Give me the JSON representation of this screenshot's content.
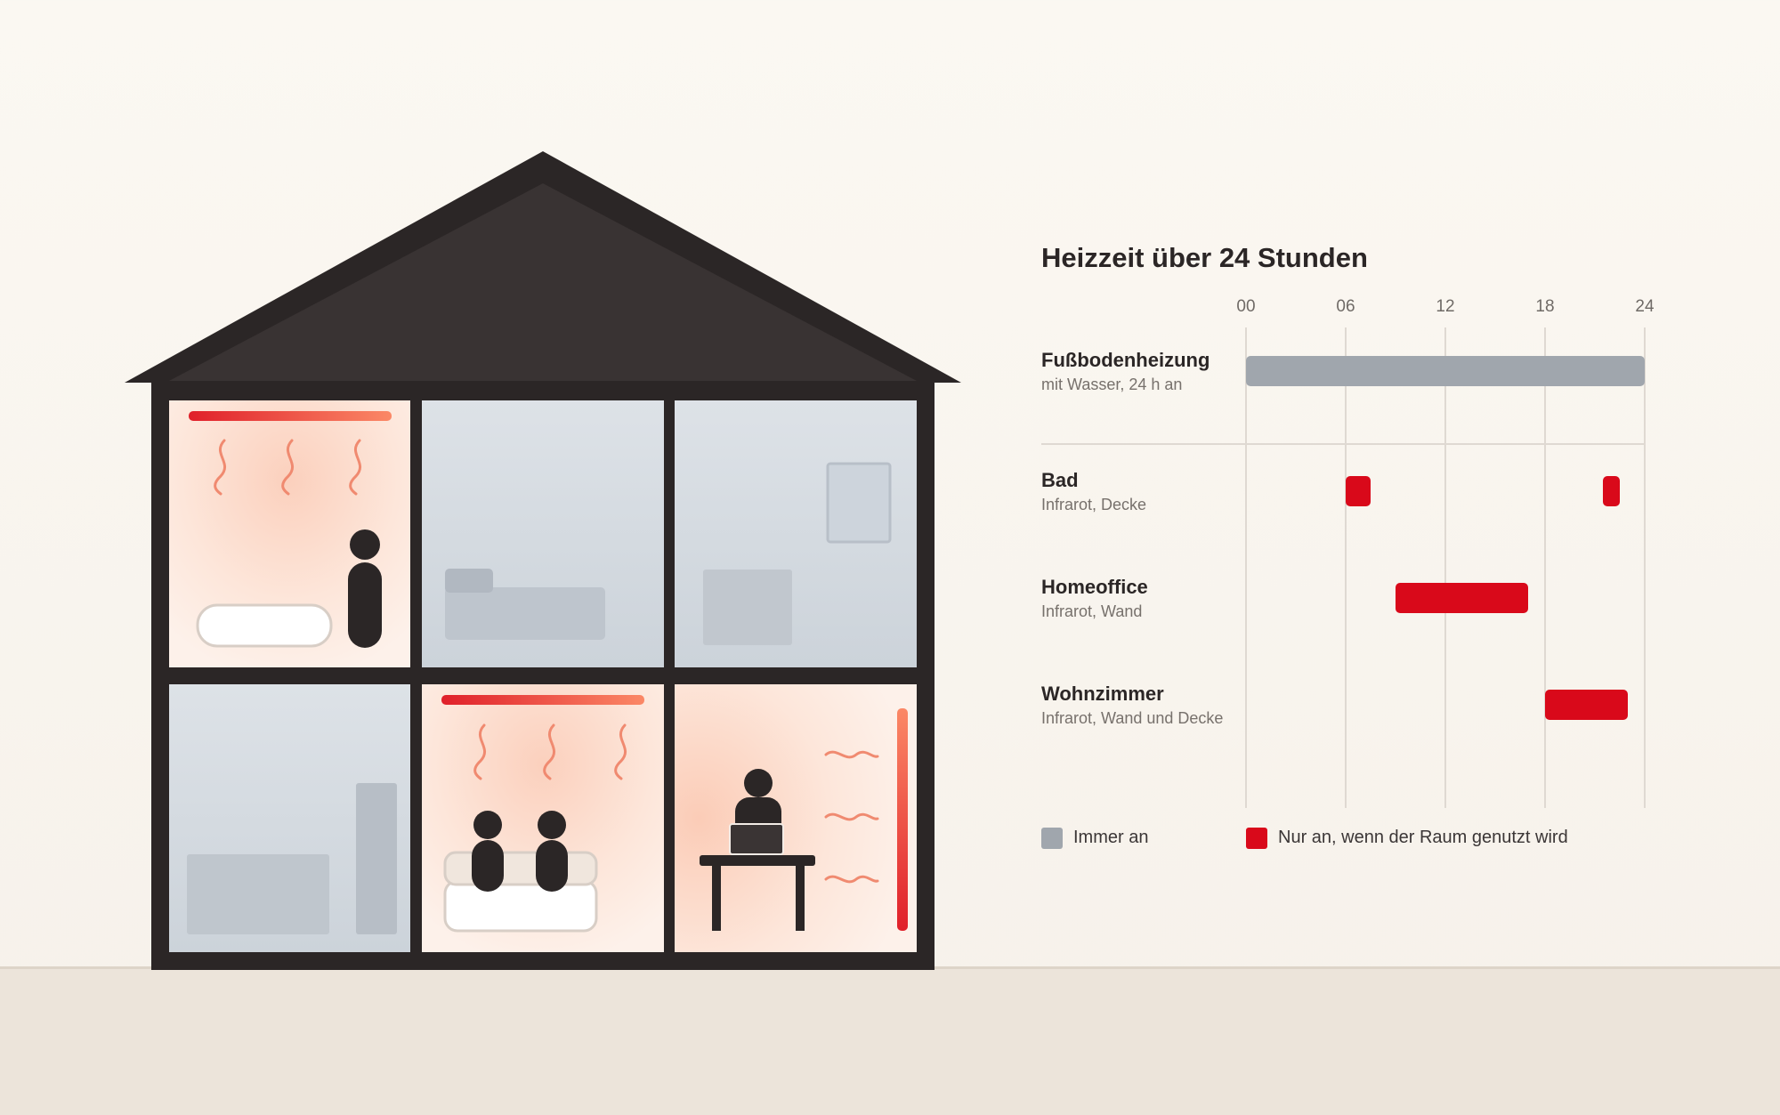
{
  "title": "Heizzeit über 24 Stunden",
  "axis": {
    "ticks": [
      "00",
      "06",
      "12",
      "18",
      "24"
    ],
    "range": [
      0,
      24
    ]
  },
  "colors": {
    "always_on": "#a0a6ad",
    "on_demand": "#d9091a",
    "house_dark": "#2b2626"
  },
  "chart_data": {
    "type": "gantt",
    "title": "Heizzeit über 24 Stunden",
    "xlim": [
      0,
      24
    ],
    "x_ticks": [
      "00",
      "06",
      "12",
      "18",
      "24"
    ],
    "rows": [
      {
        "name": "Fußbodenheizung",
        "subtitle": "mit Wasser, 24 h an",
        "category": "always",
        "intervals": [
          [
            0,
            24
          ]
        ]
      },
      {
        "name": "Bad",
        "subtitle": "Infrarot, Decke",
        "category": "on_demand",
        "intervals": [
          [
            6,
            7.5
          ],
          [
            21.5,
            22.5
          ]
        ]
      },
      {
        "name": "Homeoffice",
        "subtitle": "Infrarot, Wand",
        "category": "on_demand",
        "intervals": [
          [
            9,
            17
          ]
        ]
      },
      {
        "name": "Wohnzimmer",
        "subtitle": "Infrarot, Wand und Decke",
        "category": "on_demand",
        "intervals": [
          [
            18,
            23
          ]
        ]
      }
    ],
    "legend": [
      {
        "key": "always",
        "label": "Immer an",
        "color": "#a0a6ad"
      },
      {
        "key": "on_demand",
        "label": "Nur an, wenn der Raum genutzt wird",
        "color": "#d9091a"
      }
    ],
    "legend_position": "bottom",
    "grid": true
  },
  "rooms": [
    {
      "name": "bad",
      "state": "heated",
      "heater": "ceiling"
    },
    {
      "name": "schlafzimmer",
      "state": "unheated"
    },
    {
      "name": "buero-oben",
      "state": "unheated"
    },
    {
      "name": "abstellraum",
      "state": "unheated"
    },
    {
      "name": "wohnzimmer",
      "state": "heated",
      "heater": "ceiling"
    },
    {
      "name": "homeoffice",
      "state": "heated",
      "heater": "wall"
    }
  ]
}
